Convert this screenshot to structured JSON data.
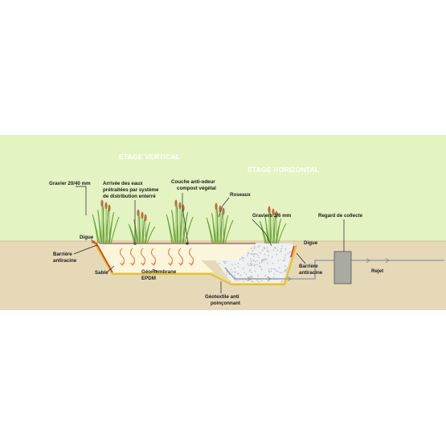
{
  "zones": {
    "vertical": "ETAGE VERTICAL",
    "horizontal": "ETAGE HORIZONTAL"
  },
  "labels": {
    "gravier_2040": "Gravier 20/40 mm",
    "arrivee_1": "Arrivée des eaux",
    "arrivee_2": "prétraitées par système",
    "arrivee_3": "de distribution enterré",
    "couche_1": "Couche anti-odeur",
    "couche_2": "compost végétal",
    "roseaux": "Roseaux",
    "graviers_26": "Graviers 2/6 mm",
    "regard": "Regard de collecte",
    "digue_left": "Digue",
    "digue_right": "Digue",
    "barriere_left_1": "Barrière",
    "barriere_left_2": "antiracine",
    "sable": "Sable",
    "geomembrane_1": "Géomembrane",
    "geomembrane_2": "EPDM",
    "barriere_right_1": "Barrière",
    "barriere_right_2": "antiracine",
    "rejet": "Rejet",
    "geotextile_1": "Géotextile anti",
    "geotextile_2": "poinçonnant"
  },
  "colors": {
    "sky": "#e3f3c2",
    "ground": "#e6d9b8",
    "sand": "#fbf5dc",
    "membrane": "#e8c31a",
    "root_barrier": "#d8412d",
    "reeds": "#6fa83a",
    "reed_heads": "#b77342",
    "gravel": "#eef0f2",
    "pipe": "#9aa0a6",
    "flow_arrows": "#e8823a",
    "regard": "#a9aaa2"
  }
}
